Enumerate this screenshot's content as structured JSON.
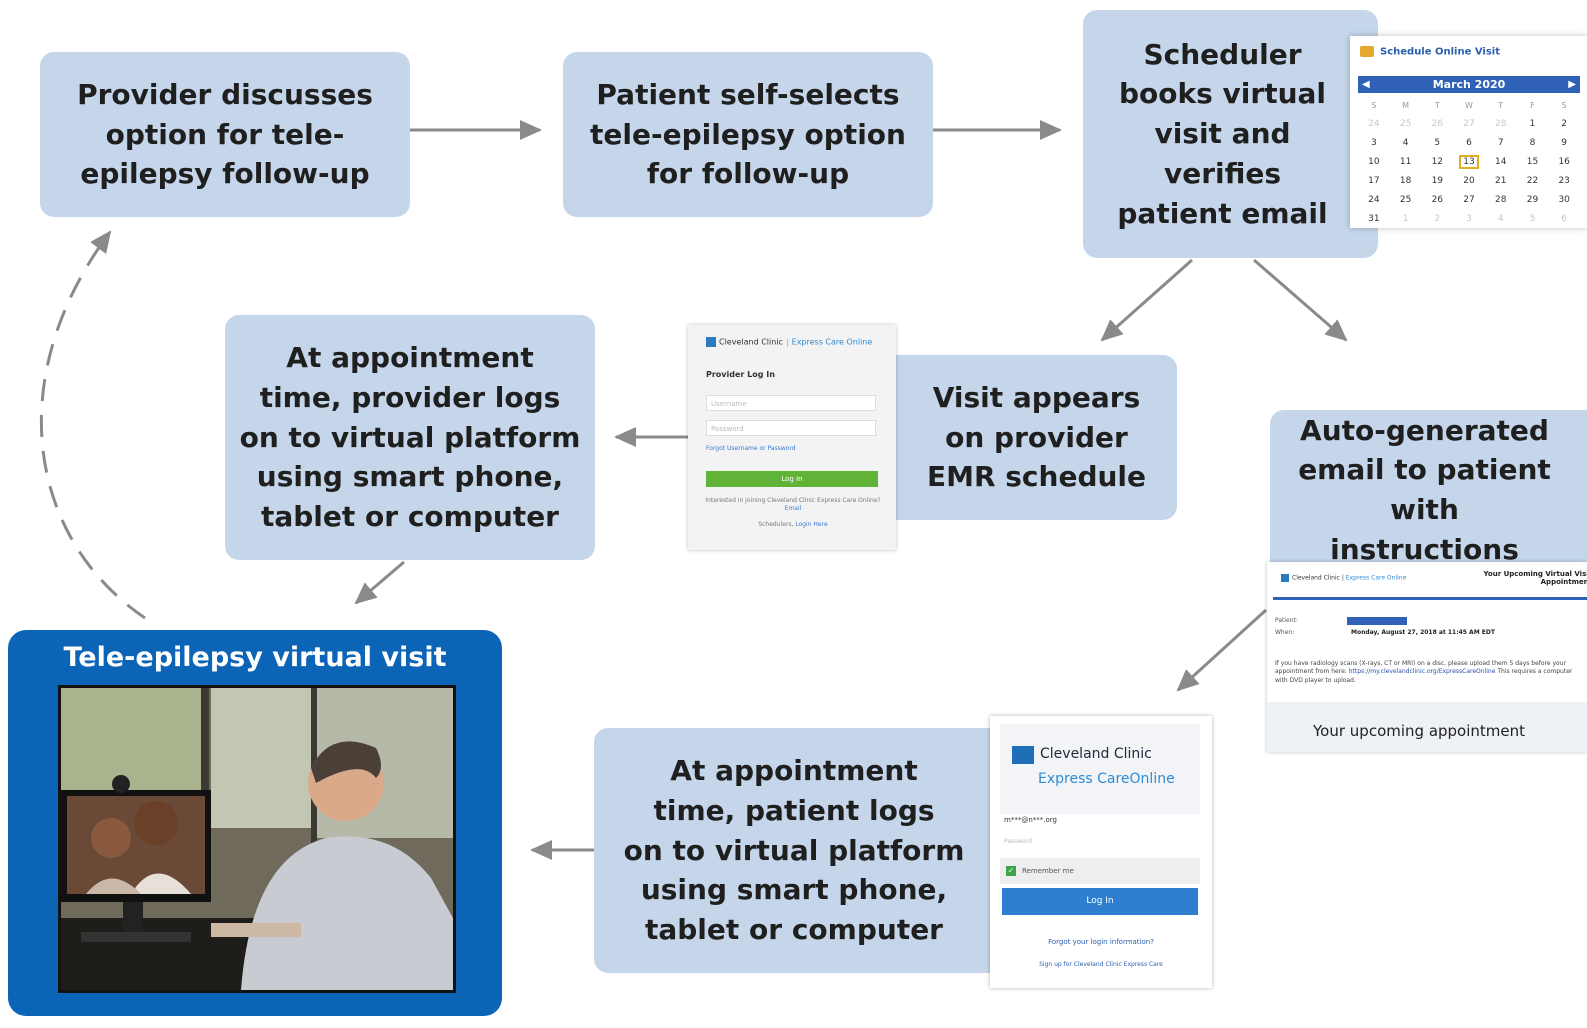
{
  "steps": {
    "provider_discusses": [
      "Provider discusses",
      "option for tele-",
      "epilepsy follow-up"
    ],
    "patient_selects": [
      "Patient self-selects",
      "tele-epilepsy option",
      "for follow-up"
    ],
    "scheduler_books": [
      "Scheduler",
      "books virtual",
      "visit and",
      "verifies",
      "patient email"
    ],
    "provider_logs_on": [
      "At appointment",
      "time, provider logs",
      "on to virtual platform",
      "using smart phone,",
      "tablet or computer"
    ],
    "visit_appears": [
      "Visit appears",
      "on provider",
      "EMR schedule"
    ],
    "auto_email": [
      "Auto-generated",
      "email to patient",
      "with instructions"
    ],
    "patient_logs_on": [
      "At appointment",
      "time, patient logs",
      "on to virtual platform",
      "using smart phone,",
      "tablet or computer"
    ]
  },
  "calendar": {
    "title": "Schedule Online Visit",
    "month": "March 2020",
    "dow": [
      "S",
      "M",
      "T",
      "W",
      "T",
      "F",
      "S"
    ],
    "weeks": [
      [
        {
          "d": "24",
          "dim": true
        },
        {
          "d": "25",
          "dim": true
        },
        {
          "d": "26",
          "dim": true
        },
        {
          "d": "27",
          "dim": true
        },
        {
          "d": "28",
          "dim": true
        },
        {
          "d": "1"
        },
        {
          "d": "2"
        }
      ],
      [
        {
          "d": "3"
        },
        {
          "d": "4"
        },
        {
          "d": "5"
        },
        {
          "d": "6"
        },
        {
          "d": "7"
        },
        {
          "d": "8"
        },
        {
          "d": "9"
        }
      ],
      [
        {
          "d": "10"
        },
        {
          "d": "11"
        },
        {
          "d": "12"
        },
        {
          "d": "13",
          "today": true
        },
        {
          "d": "14"
        },
        {
          "d": "15"
        },
        {
          "d": "16"
        }
      ],
      [
        {
          "d": "17"
        },
        {
          "d": "18"
        },
        {
          "d": "19"
        },
        {
          "d": "20"
        },
        {
          "d": "21"
        },
        {
          "d": "22"
        },
        {
          "d": "23"
        }
      ],
      [
        {
          "d": "24"
        },
        {
          "d": "25"
        },
        {
          "d": "26"
        },
        {
          "d": "27"
        },
        {
          "d": "28"
        },
        {
          "d": "29"
        },
        {
          "d": "30"
        }
      ],
      [
        {
          "d": "31"
        },
        {
          "d": "1",
          "dim": true
        },
        {
          "d": "2",
          "dim": true
        },
        {
          "d": "3",
          "dim": true
        },
        {
          "d": "4",
          "dim": true
        },
        {
          "d": "5",
          "dim": true
        },
        {
          "d": "6",
          "dim": true
        }
      ]
    ]
  },
  "provider_login": {
    "brand": "Cleveland Clinic",
    "brand_sub": "Express Care Online",
    "heading": "Provider Log In",
    "username_placeholder": "Username",
    "password_placeholder": "Password",
    "forgot": "Forgot Username or Password",
    "button": "Log In",
    "note": "Interested in joining Cleveland Clinic Express Care Online?",
    "note_link": "Email",
    "schedulers": "Schedulers,",
    "schedulers_link": "Login Here"
  },
  "email": {
    "brand": "Cleveland Clinic",
    "brand_sub": "Express Care Online",
    "header": "Your Upcoming Virtual Visit Appointment",
    "patient_label": "Patient:",
    "when_label": "When:",
    "when_value": "Monday, August 27, 2018 at 11:45 AM EDT",
    "body": "If you have radiology scans (X-rays, CT or MRI) on a disc, please upload them 5 days before your appointment from here:",
    "link": "https://my.clevelandclinic.org/ExpressCareOnline",
    "body2": "This requires a computer with DVD player to upload.",
    "footer": "Your upcoming appointment"
  },
  "patient_login": {
    "brand": "Cleveland Clinic",
    "brand_sub": "Express CareOnline",
    "username_value": "m***@n***.org",
    "password_placeholder": "Password",
    "remember": "Remember me",
    "button": "Log In",
    "forgot": "Forgot your login information?",
    "signup": "Sign up for Cleveland Clinic Express Care"
  },
  "visit": {
    "title": "Tele-epilepsy virtual visit"
  },
  "colors": {
    "step_fill": "#c5d6ea",
    "visit_fill": "#0b64b5",
    "arrow": "#7f7f7f"
  }
}
